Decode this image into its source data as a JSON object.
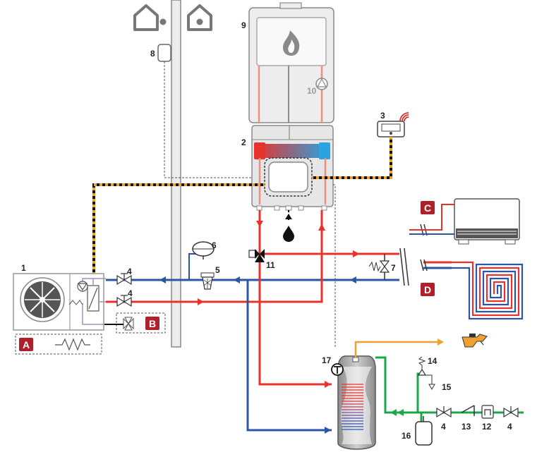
{
  "colors": {
    "hot": "#e8332c",
    "cold": "#2a56a6",
    "dhw": "#f0a030",
    "cold_water": "#1aa84a",
    "control": "#f0a030",
    "grey": "#888888",
    "badge": "#b0202a"
  },
  "labels": {
    "n1": "1",
    "n2": "2",
    "n3": "3",
    "n4a": "4",
    "n4b": "4",
    "n4c": "4",
    "n4d": "4",
    "n5": "5",
    "n6": "6",
    "n7": "7",
    "n8": "8",
    "n9": "9",
    "n10": "10",
    "n11": "11",
    "n12": "12",
    "n13": "13",
    "n14": "14",
    "n15": "15",
    "n16": "16",
    "n17": "17"
  },
  "badges": {
    "a": "A",
    "b": "B",
    "c": "C",
    "d": "D"
  },
  "icons": {
    "indoor": "house-icon",
    "outdoor": "house-icon",
    "flame": "flame-icon",
    "wifi": "wifi-icon",
    "tap": "tap-icon",
    "tank_sensor": "temperature-sensor-icon"
  }
}
